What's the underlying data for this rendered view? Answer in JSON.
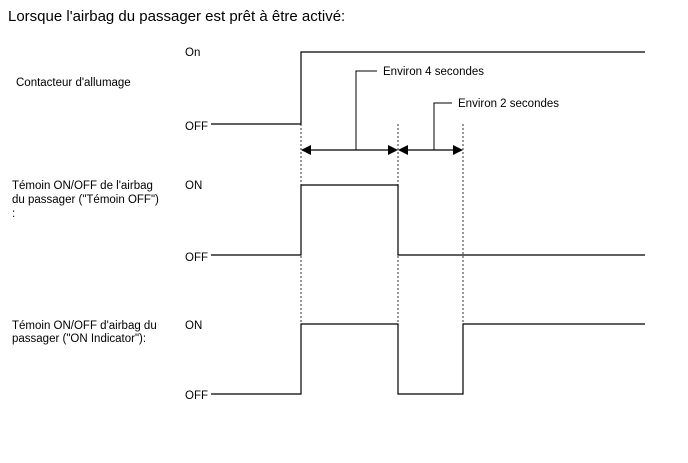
{
  "title": "Lorsque l'airbag du passager est prêt à être activé:",
  "signals": [
    {
      "label_lines": [
        "Contacteur d'allumage"
      ],
      "high_label": "On",
      "low_label": "OFF"
    },
    {
      "label_lines": [
        "Témoin ON/OFF de l'airbag",
        "du passager (\"Témoin OFF\")",
        ":"
      ],
      "high_label": "ON",
      "low_label": "OFF"
    },
    {
      "label_lines": [
        "Témoin ON/OFF d'airbag du",
        "passager (\"ON Indicator\"):"
      ],
      "high_label": "ON",
      "low_label": "OFF"
    }
  ],
  "intervals": [
    {
      "label": "Environ 4 secondes"
    },
    {
      "label": "Environ 2 secondes"
    }
  ],
  "colors": {
    "line": "#000000",
    "background": "#ffffff"
  }
}
